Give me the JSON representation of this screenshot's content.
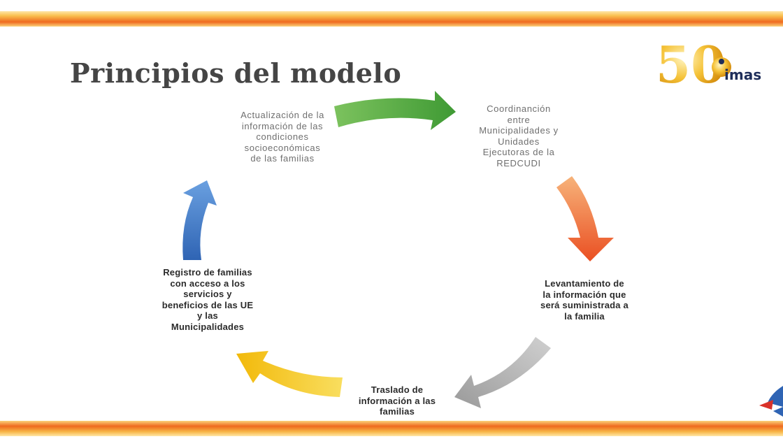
{
  "slide": {
    "title": "Principios del modelo",
    "logo_text": "imas",
    "logo_number": "50"
  },
  "diagram": {
    "type": "cycle",
    "steps": [
      {
        "lines": [
          "Actualización de la",
          "información de las",
          "condiciones",
          "socioeconómicas",
          "de las familias"
        ]
      },
      {
        "lines": [
          "Coordinanción",
          "entre",
          "Municipalidades y",
          "Unidades",
          "Ejecutoras de la",
          "REDCUDI"
        ]
      },
      {
        "lines": [
          "Levantamiento de",
          "la información que",
          "será suministrada a",
          "la familia"
        ]
      },
      {
        "lines": [
          "Traslado de",
          "información a las",
          "familias"
        ]
      },
      {
        "lines": [
          "Registro de familias",
          "con acceso a los",
          "servicios y",
          "beneficios de las UE",
          "y las",
          "Municipalidades"
        ]
      }
    ],
    "arrow_colors": [
      "#4fa03c",
      "#ee5a27",
      "#a6a6a6",
      "#f4c20d",
      "#3a74c4"
    ]
  }
}
